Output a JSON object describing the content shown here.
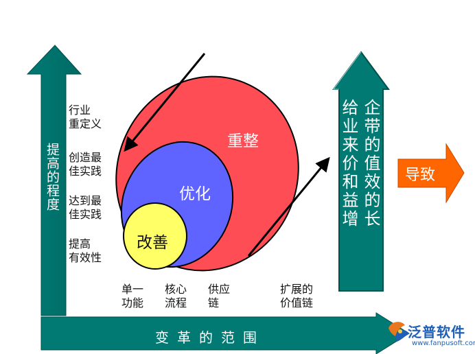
{
  "axes": {
    "y_label": "提高的程度",
    "x_label": "变革的范围"
  },
  "y_levels": [
    "行业\n重定义",
    "创造最\n佳实践",
    "达到最\n佳实践",
    "提高\n有效性"
  ],
  "x_levels": [
    "单一\n功能",
    "核心\n流程",
    "供应\n链",
    "扩展的\n价值链"
  ],
  "rings": {
    "outer": "重整",
    "middle": "优化",
    "inner": "改善"
  },
  "outcome": {
    "col_a": "给业来价和益增",
    "col_b": "企带的值效的长"
  },
  "result_label": "导致",
  "logo": {
    "name": "泛普软件",
    "url": "www.fanpusoft.com"
  },
  "colors": {
    "axis_teal": "#007a73",
    "outer_red": "#ff4d55",
    "middle_blue": "#5f63ff",
    "inner_yellow": "#ffff66",
    "result_orange": "#ff6600",
    "logo_blue": "#1f5fb5"
  }
}
